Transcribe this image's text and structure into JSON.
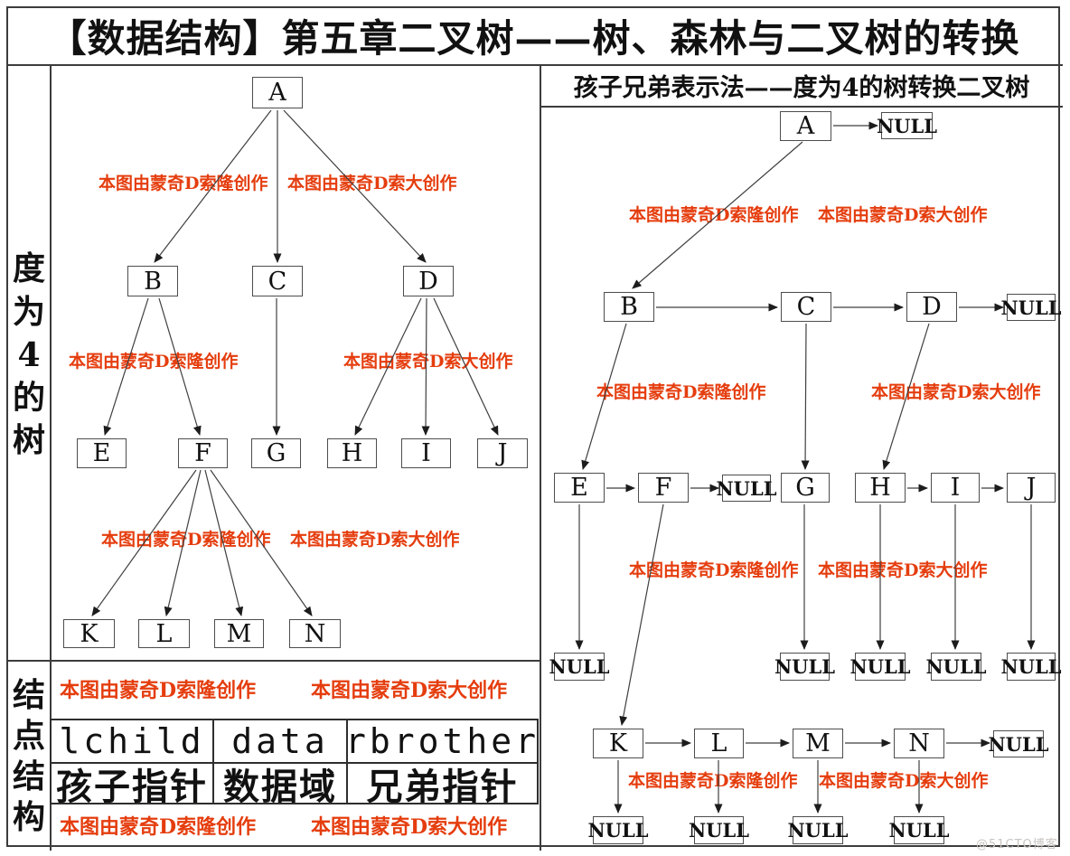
{
  "page_title": "【数据结构】第五章二叉树——树、森林与二叉树的转换",
  "sidebar": {
    "top_label": "度为4的树",
    "top_chars": [
      "度",
      "为",
      "4",
      "的",
      "树"
    ],
    "bottom_label": "结点结构",
    "bottom_chars": [
      "结",
      "点",
      "结",
      "构"
    ]
  },
  "watermark": {
    "left": "本图由蒙奇D索隆创作",
    "right": "本图由蒙奇D索大创作",
    "site": "@51CTO博客"
  },
  "right_panel": {
    "header": "孩子兄弟表示法——度为4的树转换二叉树"
  },
  "nodes": {
    "a": "A",
    "b": "B",
    "c": "C",
    "d": "D",
    "e": "E",
    "f": "F",
    "g": "G",
    "h": "H",
    "i": "I",
    "j": "J",
    "k": "K",
    "l": "L",
    "m": "M",
    "n": "N"
  },
  "null_label": "NULL",
  "node_table": {
    "headers": [
      "lchild",
      "data",
      "rbrother"
    ],
    "labels": [
      "孩子指针",
      "数据域",
      "兄弟指针"
    ]
  },
  "diagram": {
    "left_tree_children": {
      "A": [
        "B",
        "C",
        "D"
      ],
      "B": [
        "E",
        "F"
      ],
      "C": [
        "G"
      ],
      "D": [
        "H",
        "I",
        "J"
      ],
      "F": [
        "K",
        "L",
        "M",
        "N"
      ]
    },
    "right_binary_child_links": {
      "A": "B",
      "B": "E",
      "C": "G",
      "D": "H",
      "F": "K"
    },
    "right_sibling_chains": [
      [
        "A",
        "NULL"
      ],
      [
        "B",
        "C",
        "D",
        "NULL"
      ],
      [
        "E",
        "F",
        "NULL"
      ],
      [
        "H",
        "I",
        "J"
      ],
      [
        "K",
        "L",
        "M",
        "N",
        "NULL"
      ]
    ],
    "right_null_child_of": [
      "E",
      "G",
      "H",
      "I",
      "J",
      "K",
      "L",
      "M",
      "N"
    ]
  }
}
